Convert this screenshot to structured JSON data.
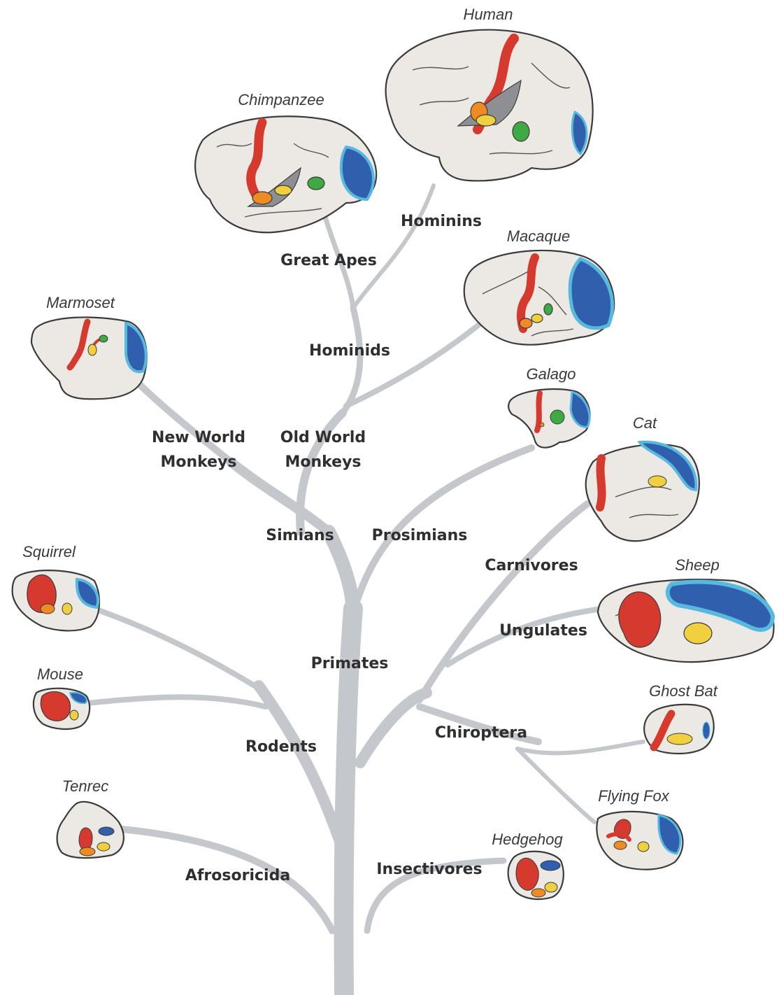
{
  "colors": {
    "branch": "#c4c8cc",
    "brain_fill": "#ece9e4",
    "motor_red": "#d63a2e",
    "visual_blue": "#2f5fad",
    "visual_light_blue": "#58b9df",
    "auditory_yellow": "#f0d03e",
    "auditory_orange": "#ee8b22",
    "green": "#3fa944",
    "grey_insula": "#8d8f93"
  },
  "species": {
    "human": "Human",
    "chimpanzee": "Chimpanzee",
    "macaque": "Macaque",
    "marmoset": "Marmoset",
    "galago": "Galago",
    "cat": "Cat",
    "squirrel": "Squirrel",
    "sheep": "Sheep",
    "mouse": "Mouse",
    "ghost_bat": "Ghost Bat",
    "tenrec": "Tenrec",
    "flying_fox": "Flying Fox",
    "hedgehog": "Hedgehog"
  },
  "clades": {
    "hominins": "Hominins",
    "great_apes": "Great Apes",
    "hominids": "Hominids",
    "new_world_1": "New World",
    "new_world_2": "Monkeys",
    "old_world_1": "Old World",
    "old_world_2": "Monkeys",
    "simians": "Simians",
    "prosimians": "Prosimians",
    "carnivores": "Carnivores",
    "ungulates": "Ungulates",
    "primates": "Primates",
    "rodents": "Rodents",
    "chiroptera": "Chiroptera",
    "afrosoricida": "Afrosoricida",
    "insectivores": "Insectivores"
  }
}
